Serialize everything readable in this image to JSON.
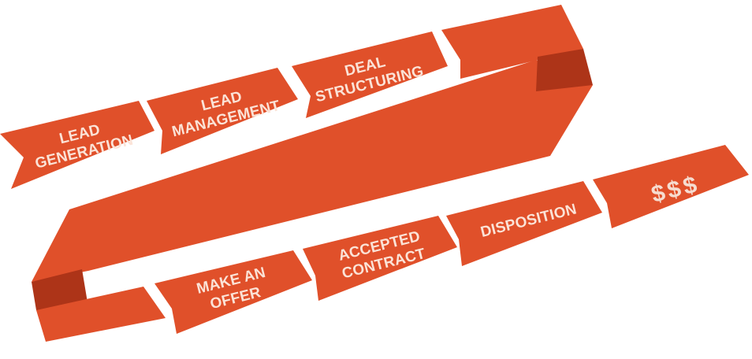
{
  "colors": {
    "ribbon": "#e0502a",
    "ribbon_fold": "#ad3418",
    "label_text": "#fbe3d7",
    "background": "#ffffff"
  },
  "steps": [
    {
      "id": "lead-generation",
      "lines": [
        "LEAD",
        "GENERATION"
      ]
    },
    {
      "id": "lead-management",
      "lines": [
        "LEAD",
        "MANAGEMENT"
      ]
    },
    {
      "id": "deal-structuring",
      "lines": [
        "DEAL",
        "STRUCTURING"
      ]
    },
    {
      "id": "make-an-offer",
      "lines": [
        "MAKE AN",
        "OFFER"
      ]
    },
    {
      "id": "accepted-contract",
      "lines": [
        "ACCEPTED",
        "CONTRACT"
      ]
    },
    {
      "id": "disposition",
      "lines": [
        "DISPOSITION"
      ]
    },
    {
      "id": "money",
      "lines": [
        "$$$"
      ]
    }
  ]
}
